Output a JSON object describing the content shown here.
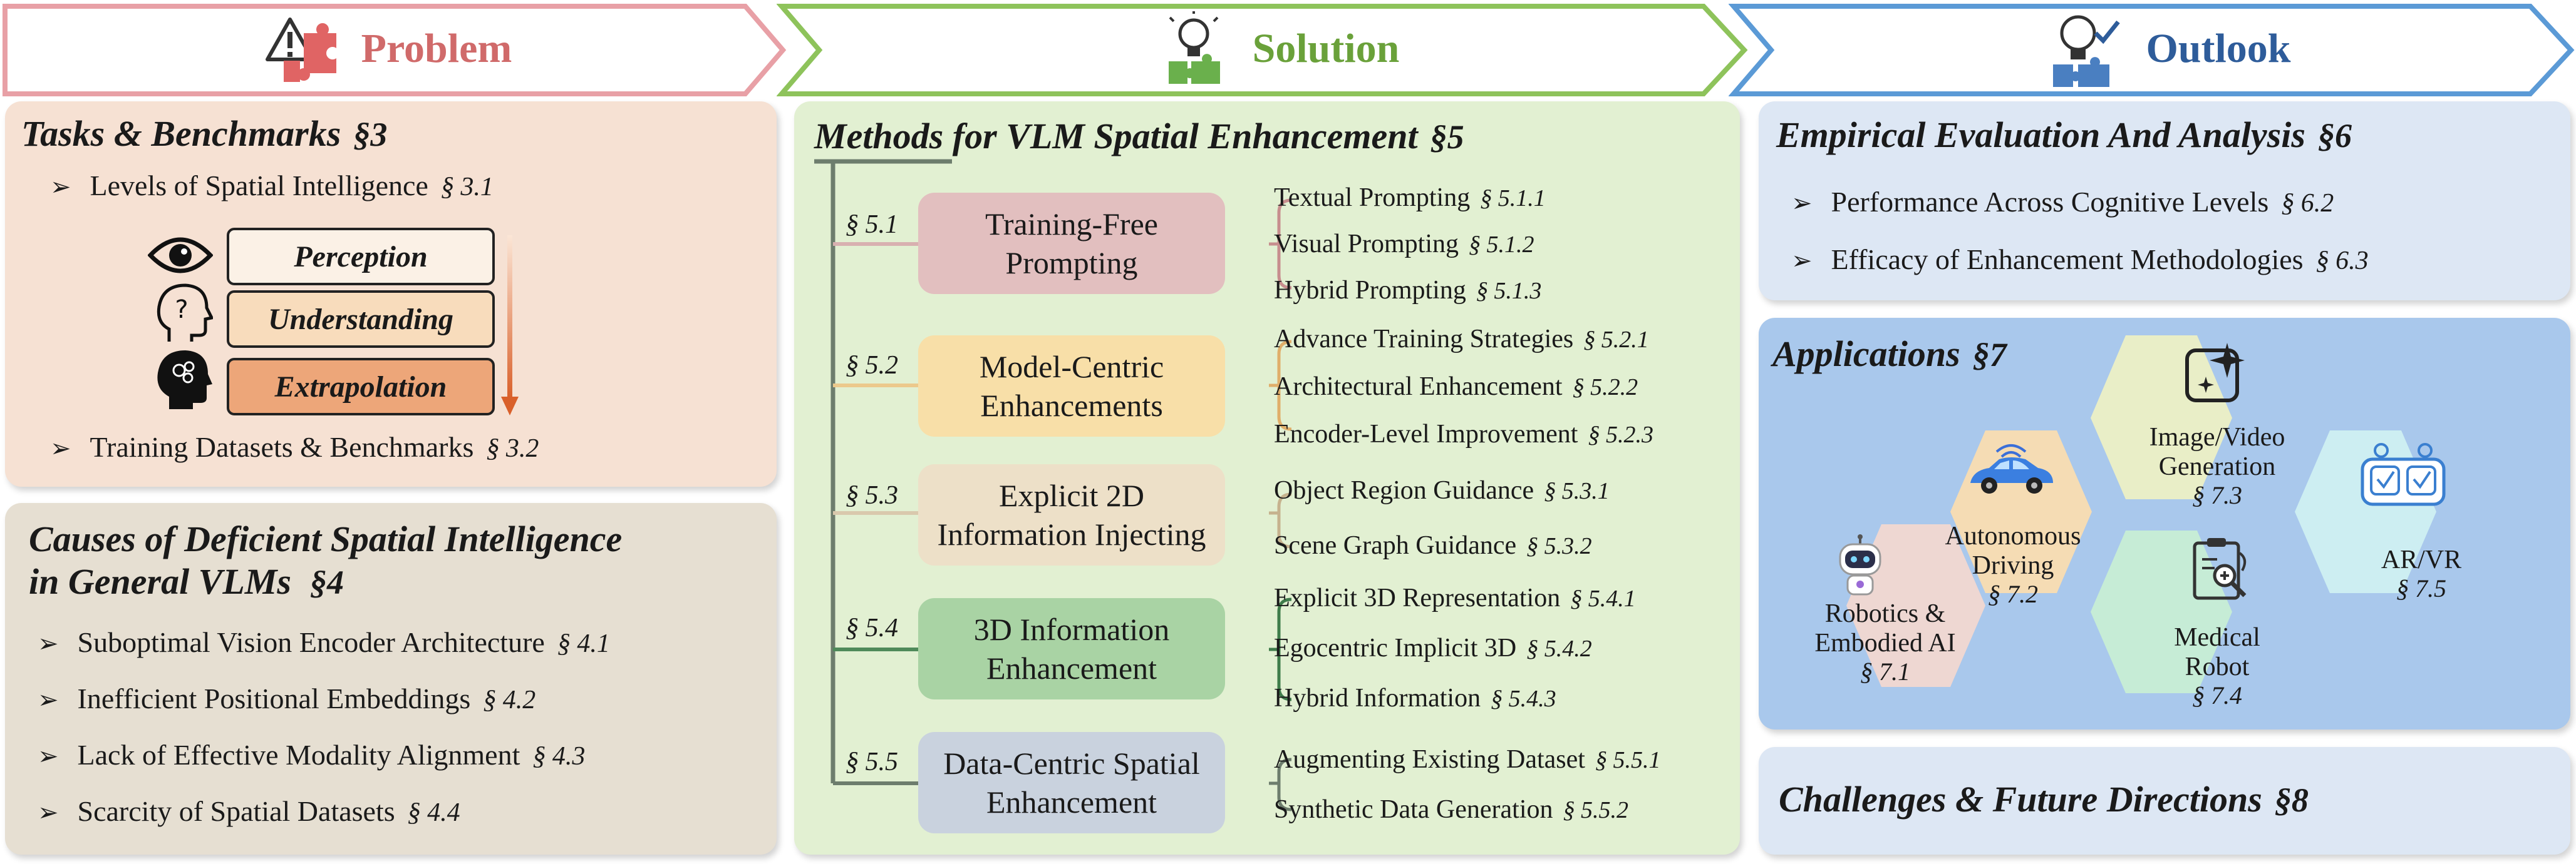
{
  "headers": {
    "problem": "Problem",
    "solution": "Solution",
    "outlook": "Outlook"
  },
  "colors": {
    "problem": "#d06a6a",
    "solution": "#6aa13a",
    "outlook": "#2e5c9a"
  },
  "problem": {
    "tasks": {
      "title": "Tasks & Benchmarks",
      "section": "§3",
      "item1": {
        "text": "Levels of Spatial Intelligence",
        "section": "§ 3.1"
      },
      "levels": [
        "Perception",
        "Understanding",
        "Extrapolation"
      ],
      "item2": {
        "text": "Training Datasets & Benchmarks",
        "section": "§ 3.2"
      }
    },
    "causes": {
      "title_line1": "Causes of Deficient Spatial Intelligence",
      "title_line2": "in General VLMs",
      "section": "§4",
      "items": [
        {
          "text": "Suboptimal Vision Encoder Architecture",
          "section": "§ 4.1"
        },
        {
          "text": "Inefficient Positional Embeddings",
          "section": "§ 4.2"
        },
        {
          "text": "Lack of Effective Modality Alignment",
          "section": "§ 4.3"
        },
        {
          "text": "Scarcity of Spatial Datasets",
          "section": "§ 4.4"
        }
      ]
    }
  },
  "solution": {
    "title": "Methods for VLM Spatial Enhancement",
    "section": "§5",
    "methods": [
      {
        "section": "§ 5.1",
        "line1": "Training-Free",
        "line2": "Prompting",
        "subs": [
          {
            "text": "Textual Prompting",
            "section": "§ 5.1.1"
          },
          {
            "text": "Visual Prompting",
            "section": "§ 5.1.2"
          },
          {
            "text": "Hybrid Prompting",
            "section": "§ 5.1.3"
          }
        ]
      },
      {
        "section": "§ 5.2",
        "line1": "Model-Centric",
        "line2": "Enhancements",
        "subs": [
          {
            "text": "Advance Training Strategies",
            "section": "§ 5.2.1"
          },
          {
            "text": "Architectural Enhancement",
            "section": "§ 5.2.2"
          },
          {
            "text": "Encoder-Level Improvement",
            "section": "§ 5.2.3"
          }
        ]
      },
      {
        "section": "§ 5.3",
        "line1": "Explicit 2D",
        "line2": "Information Injecting",
        "subs": [
          {
            "text": "Object Region Guidance",
            "section": "§ 5.3.1"
          },
          {
            "text": "Scene Graph Guidance",
            "section": "§ 5.3.2"
          }
        ]
      },
      {
        "section": "§ 5.4",
        "line1": "3D Information",
        "line2": "Enhancement",
        "subs": [
          {
            "text": "Explicit 3D Representation",
            "section": "§ 5.4.1"
          },
          {
            "text": "Egocentric Implicit 3D",
            "section": "§ 5.4.2"
          },
          {
            "text": "Hybrid Information",
            "section": "§ 5.4.3"
          }
        ]
      },
      {
        "section": "§ 5.5",
        "line1": "Data-Centric Spatial",
        "line2": "Enhancement",
        "subs": [
          {
            "text": "Augmenting Existing Dataset",
            "section": "§ 5.5.1"
          },
          {
            "text": "Synthetic Data Generation",
            "section": "§ 5.5.2"
          }
        ]
      }
    ]
  },
  "outlook": {
    "evaluation": {
      "title": "Empirical Evaluation And Analysis",
      "section": "§6",
      "items": [
        {
          "text": "Performance Across Cognitive Levels",
          "section": "§ 6.2"
        },
        {
          "text": "Efficacy of Enhancement Methodologies",
          "section": "§ 6.3"
        }
      ]
    },
    "applications": {
      "title": "Applications",
      "section": "§7",
      "items": [
        {
          "line1": "Robotics &",
          "line2": "Embodied AI",
          "section": "§ 7.1"
        },
        {
          "line1": "Autonomous",
          "line2": "Driving",
          "section": "§ 7.2"
        },
        {
          "line1": "Image/Video",
          "line2": "Generation",
          "section": "§ 7.3"
        },
        {
          "line1": "Medical",
          "line2": "Robot",
          "section": "§ 7.4"
        },
        {
          "line1": "AR/VR",
          "line2": "",
          "section": "§ 7.5"
        }
      ]
    },
    "challenges": {
      "title": "Challenges & Future Directions",
      "section": "§8"
    }
  }
}
